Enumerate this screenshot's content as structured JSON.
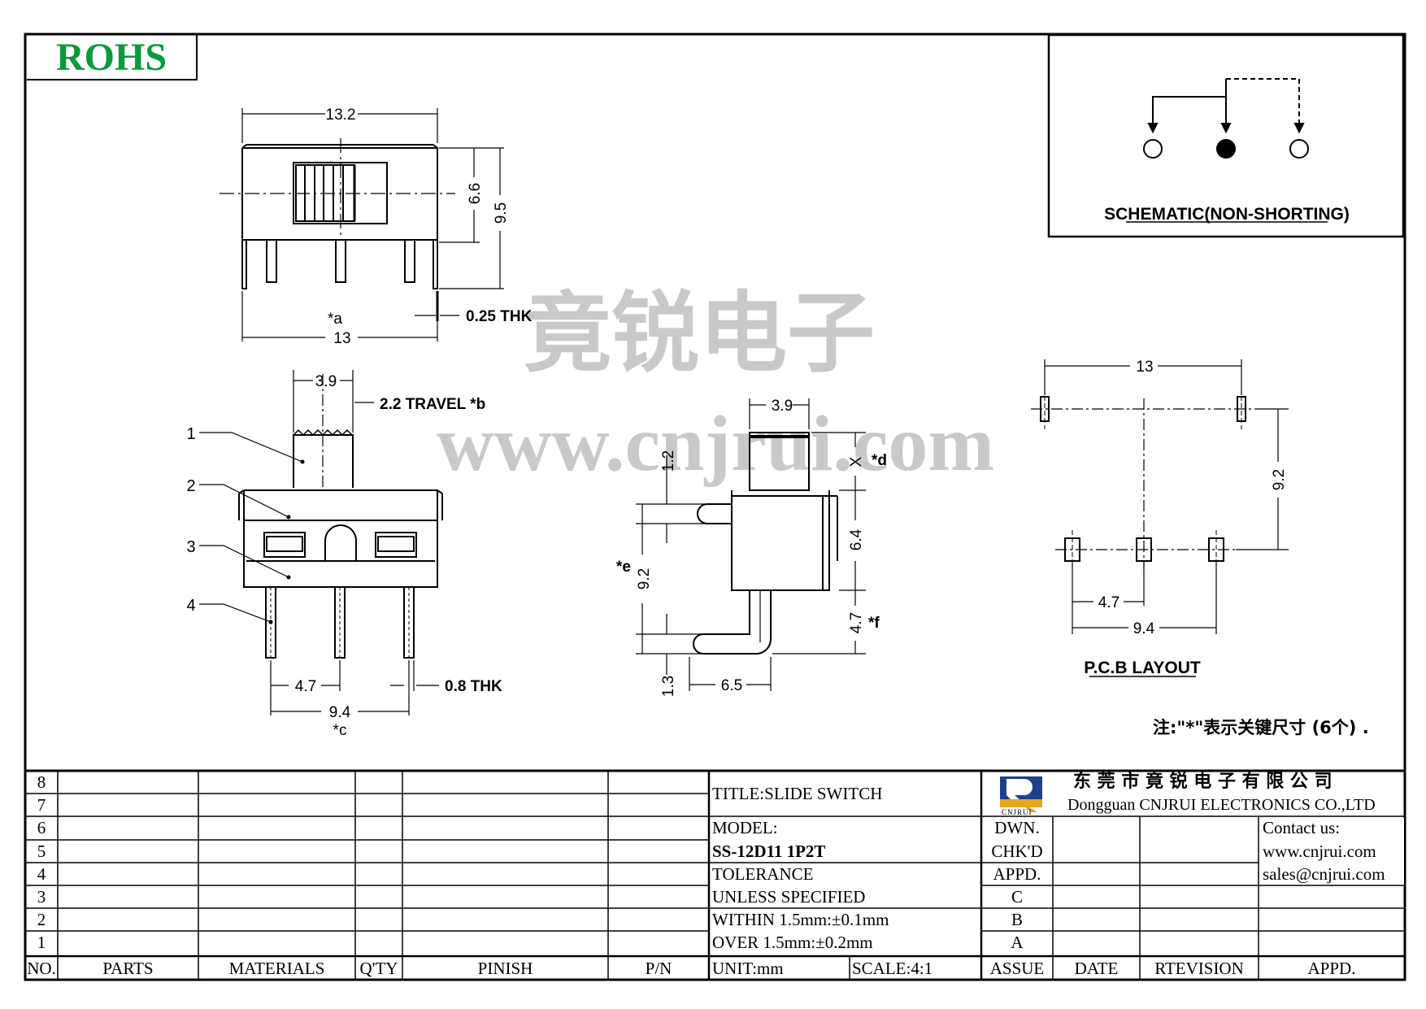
{
  "header": {
    "rohs_label": "ROHS"
  },
  "watermark": {
    "chinese": "竟锐电子",
    "url": "www.cnjrui.com"
  },
  "schematic": {
    "label": "SCHEMATIC(NON-SHORTING)"
  },
  "top_view": {
    "dim_width_top": "13.2",
    "dim_height_inner": "6.6",
    "dim_height_outer": "9.5",
    "dim_width_bottom": "13",
    "label_a": "*a",
    "thickness": "0.25 THK"
  },
  "front_view": {
    "dim_actuator": "3.9",
    "travel": "2.2 TRAVEL *b",
    "callouts": [
      "1",
      "2",
      "3",
      "4"
    ],
    "dim_pitch": "4.7",
    "dim_span": "9.4",
    "label_c": "*c",
    "pin_thickness": "0.8 THK"
  },
  "side_view": {
    "dim_actuator": "3.9",
    "dim_x": "X",
    "label_d": "*d",
    "dim_12": "1.2",
    "dim_64": "6.4",
    "dim_92": "9.2",
    "label_e": "*e",
    "dim_47": "4.7",
    "label_f": "*f",
    "dim_13": "1.3",
    "dim_65": "6.5"
  },
  "pcb_layout": {
    "dim_13": "13",
    "dim_92": "9.2",
    "dim_47": "4.7",
    "dim_94": "9.4",
    "label": "P.C.B LAYOUT"
  },
  "note": "注:\"*\"表示关键尺寸 (6个) .",
  "title_block": {
    "row_numbers": [
      "8",
      "7",
      "6",
      "5",
      "4",
      "3",
      "2",
      "1"
    ],
    "columns": [
      "NO.",
      "PARTS",
      "MATERIALS",
      "Q'TY",
      "PINISH",
      "P/N"
    ],
    "title": "TITLE:SLIDE SWITCH",
    "model_label": "MODEL:",
    "model_value": "SS-12D11 1P2T",
    "tolerance_1": "TOLERANCE",
    "tolerance_2": "UNLESS SPECIFIED",
    "within": "WITHIN 1.5mm:±0.1mm",
    "over": "OVER 1.5mm:±0.2mm",
    "unit": "UNIT:mm",
    "scale": "SCALE:4:1",
    "company_cn": "东 莞 市 竟 锐 电 子 有 限 公 司",
    "company_en": "Dongguan CNJRUI ELECTRONICS CO.,LTD",
    "logo_letter": "R",
    "logo_sub": "CNJRUI",
    "roles": [
      "DWN.",
      "CHK'D",
      "APPD."
    ],
    "revisions": [
      "C",
      "B",
      "A"
    ],
    "contact_title": "Contact us:",
    "contact_web": "www.cnjrui.com",
    "contact_email": "sales@cnjrui.com",
    "footer": [
      "ASSUE",
      "DATE",
      "RTEVISION",
      "APPD."
    ]
  },
  "colors": {
    "rohs": "#0a9a3c",
    "watermark": "#c9c9c9",
    "logo_blue": "#1f3f8f",
    "logo_gold": "#e2a81f"
  }
}
